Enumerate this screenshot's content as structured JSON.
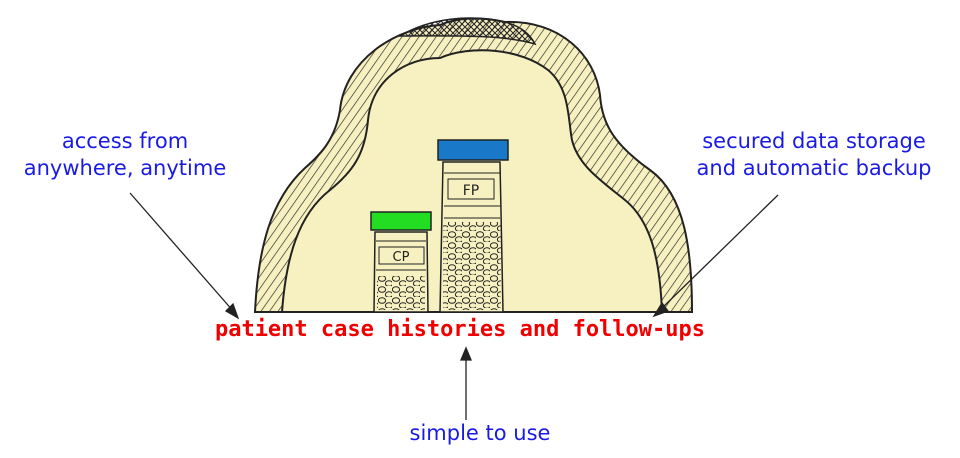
{
  "labels": {
    "access_line1": "access from",
    "access_line2": "anywhere, anytime",
    "secure_line1": "secured data storage",
    "secure_line2": "and automatic backup",
    "main": "patient case histories and follow-ups",
    "simple": "simple to use"
  },
  "jars": [
    {
      "label": "CP",
      "lid_color": "#22dd22"
    },
    {
      "label": "FP",
      "lid_color": "#1a78c8"
    }
  ],
  "colors": {
    "cloud_fill": "#f7f0c0",
    "outline": "#222222",
    "label_blue": "#1a1ae6",
    "label_red": "#f00000"
  }
}
